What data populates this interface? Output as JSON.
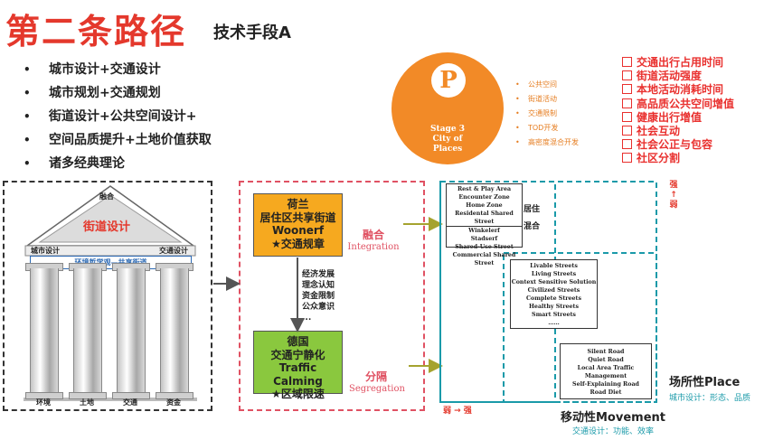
{
  "header": {
    "title": "第二条路径",
    "subtitle": "技术手段A"
  },
  "bullets": [
    "城市设计+交通设计",
    "城市规划+交通规划",
    "街道设计+公共空间设计+",
    "空间品质提升+土地价值获取",
    "诸多经典理论"
  ],
  "temple": {
    "top_label": "融合",
    "pediment_label": "街道设计",
    "left_corner": "城市设计",
    "right_corner": "交通设计",
    "beam_label": "环境哲学观—共享街道",
    "pillars": [
      "环境",
      "土地",
      "交通",
      "资金"
    ]
  },
  "middle": {
    "netherlands_box": [
      "荷兰",
      "居住区共享街道",
      "Woonerf",
      "★交通规章"
    ],
    "germany_box": [
      "德国",
      "交通宁静化",
      "Traffic Calming",
      "★区域限速"
    ],
    "factors": [
      "经济发展",
      "理念认知",
      "资金限制",
      "公众意识",
      "..."
    ],
    "integration_cn": "融合",
    "integration_en": "Integration",
    "segregation_cn": "分隔",
    "segregation_en": "Segregation"
  },
  "stage": {
    "letter": "P",
    "lines": [
      "Stage 3",
      "City of",
      "Places"
    ],
    "items": [
      "公共空间",
      "街道活动",
      "交通限制",
      "TOD开发",
      "高密度混合开发"
    ]
  },
  "outcomes": [
    "交通出行占用时间",
    "街道活动强度",
    "本地活动消耗时间",
    "高品质公共空间增值",
    "健康出行增值",
    "社会互动",
    "社会公正与包容",
    "社区分割"
  ],
  "streets": {
    "group1": [
      "Rest & Play Area",
      "Encounter Zone",
      "Home Zone",
      "Residental Shared Street",
      "Winkelerf",
      "Stadserf",
      "Shared-Use Street",
      "Commercial Shared Street"
    ],
    "group1_labels": [
      "居住",
      "混合"
    ],
    "group2": [
      "Livable Streets",
      "Living Streets",
      "Context Sensitive Solution",
      "Civilized Streets",
      "Complete Streets",
      "Healthy Streets",
      "Smart Streets",
      "……"
    ],
    "group3": [
      "Silent Road",
      "Quiet Road",
      "Local Area Traffic",
      "Management",
      "Self-Explaining Road",
      "Road Diet"
    ]
  },
  "axes": {
    "top_strong": "强",
    "top_arrow": "↑",
    "top_weak": "弱",
    "bottom_label": "弱 → 强",
    "movement_title": "移动性Movement",
    "movement_sub": "交通设计：功能、效率",
    "place_title": "场所性Place",
    "place_sub": "城市设计：形态、品质"
  },
  "colors": {
    "title_red": "#e4382c",
    "orange": "#f28a27",
    "yellow_box": "#f6a91f",
    "green_box": "#8ac83e",
    "teal": "#1a9aa9",
    "dashed_red": "#e05263"
  }
}
